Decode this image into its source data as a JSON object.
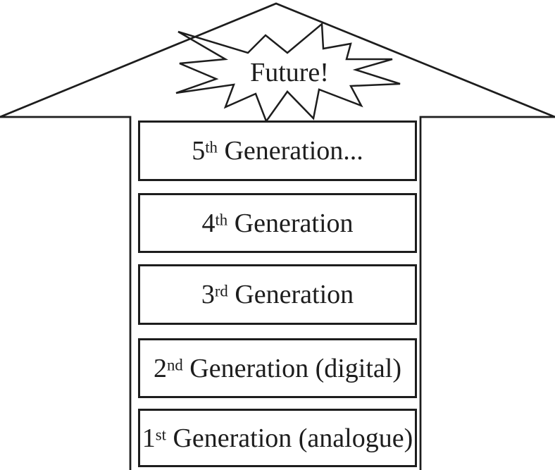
{
  "diagram": {
    "burst_label": "Future!",
    "burst_shape": "starburst",
    "arrow_shape": "up-arrow-outline",
    "boxes": [
      {
        "number": "5",
        "ordinal": "th",
        "label": " Generation..."
      },
      {
        "number": "4",
        "ordinal": "th",
        "label": " Generation"
      },
      {
        "number": "3",
        "ordinal": "rd",
        "label": " Generation"
      },
      {
        "number": "2",
        "ordinal": "nd",
        "label": " Generation (digital)"
      },
      {
        "number": "1",
        "ordinal": "st",
        "label": " Generation (analogue)"
      }
    ],
    "colors": {
      "line": "#1d1d1d",
      "background": "#ffffff"
    }
  }
}
